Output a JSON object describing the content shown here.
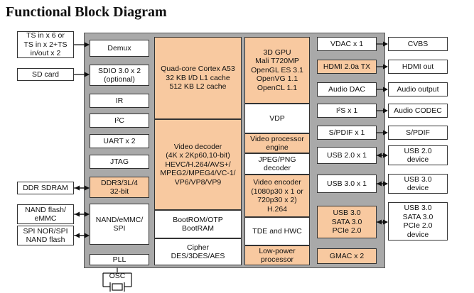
{
  "diagram": {
    "title": "Functional Block Diagram",
    "external_left": {
      "ts_in": "TS in x 6 or\nTS in x 2+TS\nin/out x 2",
      "sd_card": "SD card",
      "ddr_sdram": "DDR SDRAM",
      "nand_emmc": "NAND flash/\neMMC",
      "spi_nand": "SPI NOR/SPI\nNAND flash"
    },
    "left_col": {
      "demux": "Demux",
      "sdio": "SDIO 3.0 x 2\n(optional)",
      "ir": "IR",
      "i2c": "I²C",
      "uart": "UART x 2",
      "jtag": "JTAG",
      "ddr": "DDR3/3L/4\n32-bit",
      "nand_ctrl": "NAND/eMMC/\nSPI",
      "pll": "PLL"
    },
    "center": {
      "cpu": "Quad-core Cortex A53\n32 KB I/D L1 cache\n512 KB L2 cache",
      "video_decoder": "Video decoder\n(4K x 2Kp60,10-bit)\nHEVC/H.264/AVS+/\nMPEG2/MPEG4/VC-1/\nVP6/VP8/VP9",
      "bootrom": "BootROM/OTP\nBootRAM",
      "cipher": "Cipher\nDES/3DES/AES"
    },
    "center_right": {
      "gpu": "3D GPU\nMali T720MP\nOpenGL ES 3.1\nOpenVG 1.1\nOpenCL 1.1",
      "vdp": "VDP",
      "vpe": "Video processor\nengine",
      "jpeg": "JPEG/PNG\ndecoder",
      "venc": "Video encoder\n(1080p30 x 1 or\n720p30 x 2)\nH.264",
      "tde": "TDE and HWC",
      "lpp": "Low-power\nprocessor"
    },
    "right_col": {
      "vdac": "VDAC x 1",
      "hdmi_tx": "HDMI 2.0a TX",
      "audio_dac": "Audio DAC",
      "i2s": "I²S x 1",
      "spdif": "S/PDIF x 1",
      "usb2": "USB 2.0 x 1",
      "usb3": "USB 3.0 x 1",
      "combo": "USB 3.0\nSATA 3.0\nPCIe 2.0",
      "gmac": "GMAC x 2"
    },
    "external_right": {
      "cvbs": "CVBS",
      "hdmi_out": "HDMI out",
      "audio_output": "Audio output",
      "audio_codec": "Audio CODEC",
      "spdif": "S/PDIF",
      "usb2_dev": "USB 2.0\ndevice",
      "usb3_dev": "USB 3.0\ndevice",
      "combo_dev": "USB 3.0\nSATA 3.0\nPCIe 2.0\ndevice"
    },
    "osc": "OSC",
    "colors": {
      "highlight": "#f8c9a0",
      "chip": "#a9a9a9"
    }
  }
}
